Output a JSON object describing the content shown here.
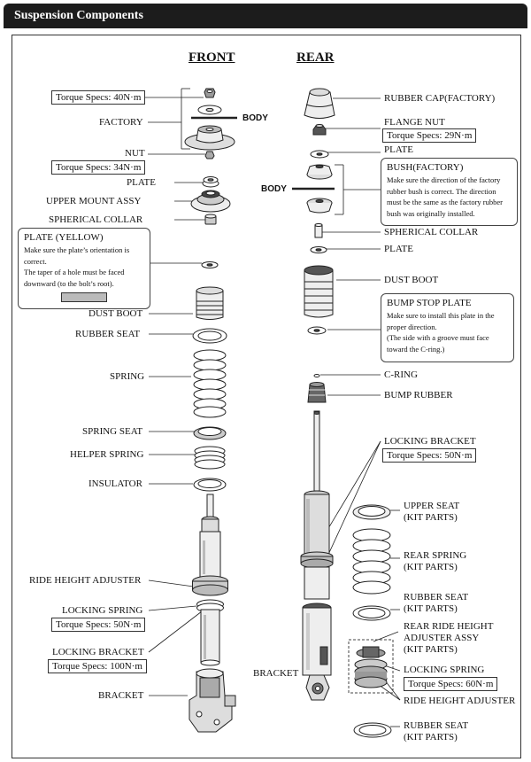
{
  "header": {
    "title": "Suspension Components"
  },
  "headings": {
    "front": "FRONT",
    "rear": "REAR"
  },
  "front": {
    "torque_top": "Torque Specs: 40N·m",
    "factory": "FACTORY",
    "body": "BODY",
    "nut": "NUT",
    "torque_nut": "Torque Specs: 34N·m",
    "plate": "PLATE",
    "upper_mount": "UPPER MOUNT ASSY",
    "spherical_collar": "SPHERICAL COLLAR",
    "plate_note_title": "PLATE (YELLOW)",
    "plate_note_1": "Make sure the plate’s orientation is correct.",
    "plate_note_2": "The taper of a hole must be faced downward (to the bolt’s root).",
    "dust_boot": "DUST BOOT",
    "rubber_seat": "RUBBER  SEAT",
    "spring": "SPRING",
    "spring_seat": "SPRING SEAT",
    "helper_spring": "HELPER SPRING",
    "insulator": "INSULATOR",
    "ride_height_adjuster": "RIDE HEIGHT ADJUSTER",
    "locking_spring": "LOCKING SPRING",
    "torque_locking_spring": "Torque Specs: 50N·m",
    "locking_bracket": "LOCKING BRACKET",
    "torque_locking_bracket": "Torque Specs: 100N·m",
    "bracket": "BRACKET"
  },
  "rear": {
    "rubber_cap": "RUBBER CAP(FACTORY)",
    "flange_nut": "FLANGE NUT",
    "torque_flange_nut": "Torque Specs: 29N·m",
    "plate_top": "PLATE",
    "body": "BODY",
    "bush_title": "BUSH(FACTORY)",
    "bush_note": "Make sure the direction of the factory rubber bush is correct. The direction must be the same as the factory rubber bush was originally installed.",
    "spherical_collar": "SPHERICAL COLLAR",
    "plate_2": "PLATE",
    "dust_boot": "DUST BOOT",
    "bump_stop_title": "BUMP STOP PLATE",
    "bump_stop_note_1": "Make sure to install this plate in the proper direction.",
    "bump_stop_note_2": "(The side with a groove must face toward the C-ring.)",
    "c_ring": "C-RING",
    "bump_rubber": "BUMP RUBBER",
    "locking_bracket": "LOCKING BRACKET",
    "torque_locking_bracket": "Torque Specs: 50N·m",
    "upper_seat_1": "UPPER  SEAT",
    "upper_seat_2": "(KIT PARTS)",
    "rear_spring_1": "REAR SPRING",
    "rear_spring_2": "(KIT PARTS)",
    "rubber_seat_1": "RUBBER  SEAT",
    "rubber_seat_2": "(KIT PARTS)",
    "rrha_1": "REAR RIDE HEIGHT",
    "rrha_2": "ADJUSTER ASSY",
    "rrha_3": "(KIT PARTS)",
    "bracket": "BRACKET",
    "locking_spring": "LOCKING SPRING",
    "torque_locking_spring": "Torque Specs: 60N·m",
    "ride_height_adjuster": "RIDE HEIGHT ADJUSTER",
    "rubber_seat_b1": "RUBBER  SEAT",
    "rubber_seat_b2": "(KIT PARTS)"
  }
}
